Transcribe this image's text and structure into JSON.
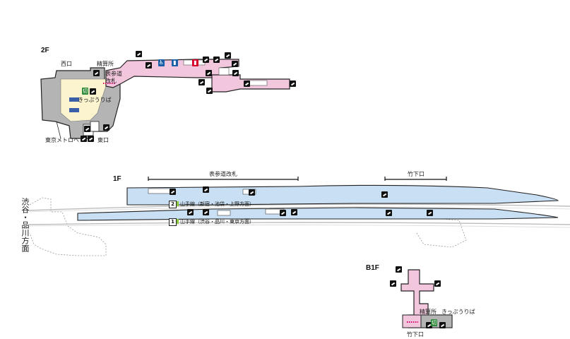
{
  "floors": {
    "f2": "2F",
    "f1": "1F",
    "b1": "B1F"
  },
  "f2_labels": {
    "west_exit": "西口",
    "fare_adjust": "精算所",
    "omotesando_gate": "表参道",
    "omotesando_gate_2": "改札",
    "ticket_office": "きっぷうりば",
    "metro": "東京メトロへ",
    "east_exit": "東口"
  },
  "f1_labels": {
    "omotesando_gate": "表参道改札",
    "takeshita_gate": "竹下口",
    "side_direction": "渋谷・品川方面",
    "track2_num": "2",
    "track2_label": "山手線（新宿・池袋・上野方面）",
    "track1_num": "1",
    "track1_label": "山手線（渋谷・品川・東京方面）"
  },
  "b1_labels": {
    "fare_adjust": "精算所",
    "ticket_office": "きっぷうりば",
    "takeshita_exit": "竹下口"
  },
  "icons": [
    "escalator-icon",
    "elevator-icon",
    "accessible-toilet-icon",
    "mens-toilet-icon",
    "womens-toilet-icon",
    "stairs-icon",
    "ticket-machine-icon"
  ],
  "colors": {
    "concourse_pink": "#f2c6dc",
    "platform_blue": "#c8dff4",
    "station_gray": "#b4b4b4",
    "shop_yellow": "#fbf4cf",
    "building_outline": "#222222",
    "track_gray": "#bdbdbd"
  }
}
